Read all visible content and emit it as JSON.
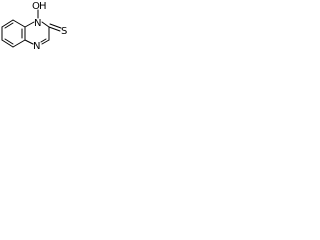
{
  "molecule": {
    "atoms": {
      "oxygen": "O",
      "hydroxyl_hydrogen": "H",
      "ring_nitrogen_top": "N",
      "ring_nitrogen_bottom": "N",
      "sulfur": "S"
    }
  }
}
